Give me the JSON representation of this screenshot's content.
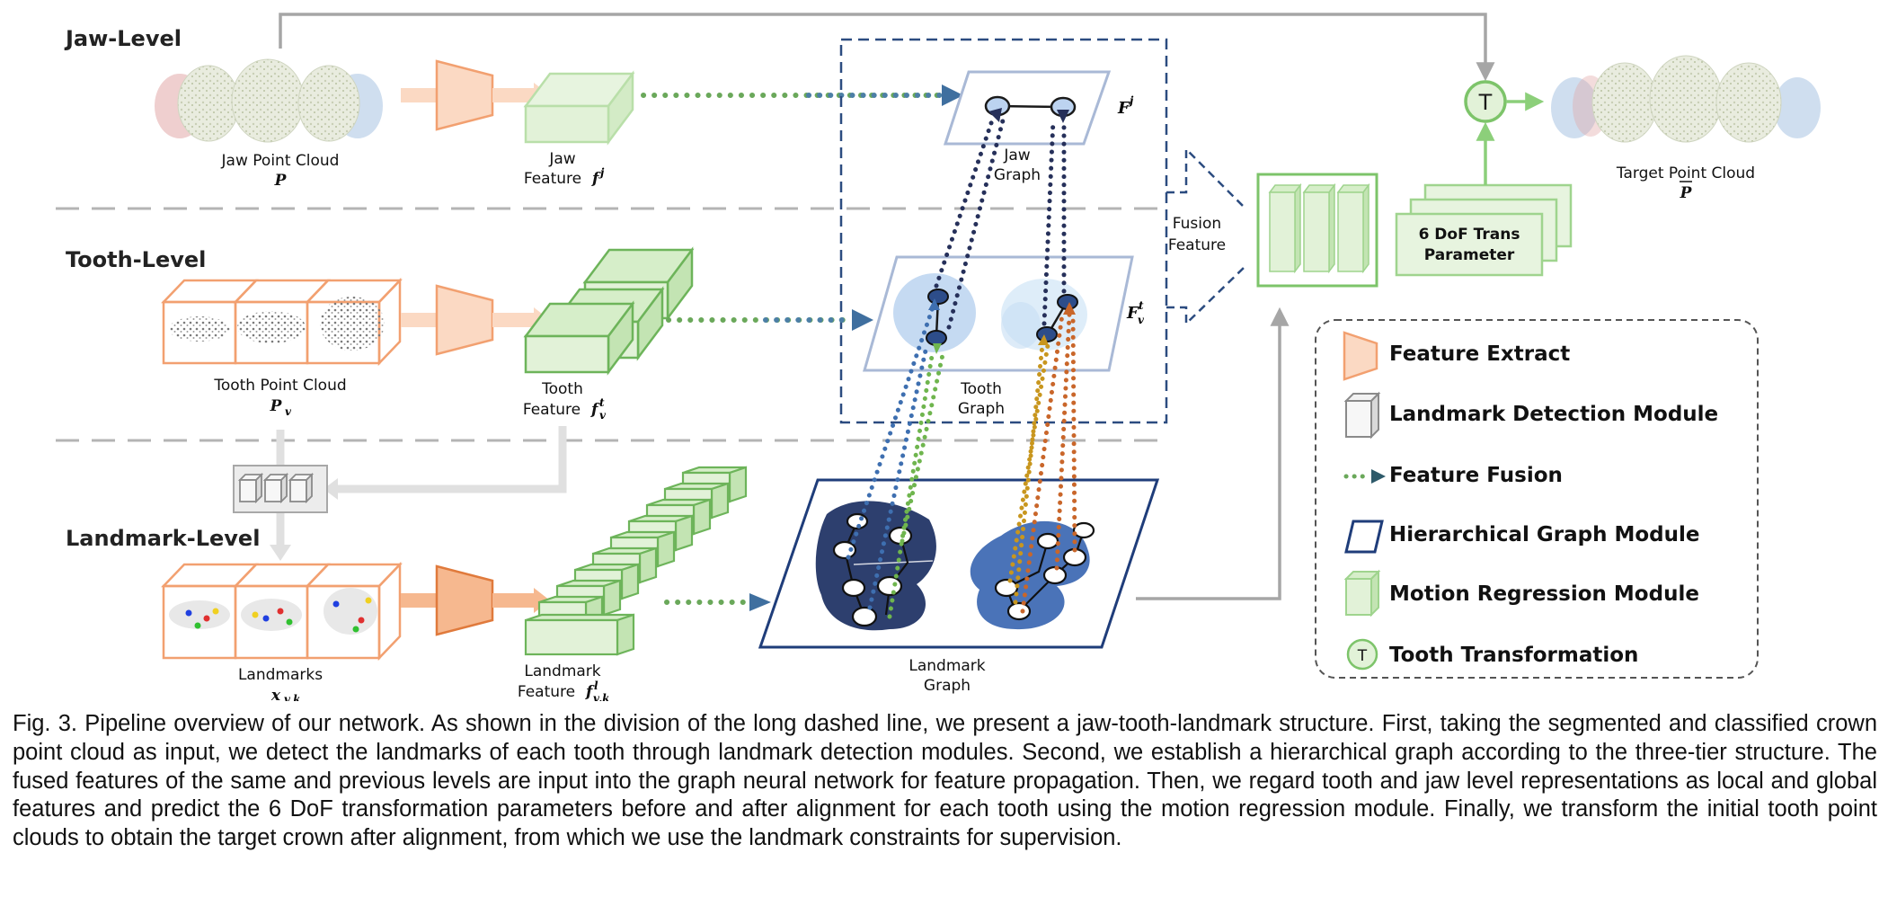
{
  "levels": {
    "jaw": "Jaw-Level",
    "tooth": "Tooth-Level",
    "landmark": "Landmark-Level"
  },
  "labels": {
    "jaw_pc_line1": "Jaw Point Cloud",
    "jaw_pc_line2": "P",
    "jaw_feat_line1": "Jaw",
    "jaw_feat_line2": "Feature",
    "jaw_feat_sym": "f",
    "jaw_feat_sup": "j",
    "jaw_graph_line1": "Jaw",
    "jaw_graph_line2": "Graph",
    "jaw_graph_sym": "F",
    "jaw_graph_sup": "j",
    "tooth_pc_line1": "Tooth Point Cloud",
    "tooth_pc_line2": "P",
    "tooth_pc_sub": "v",
    "tooth_feat_line1": "Tooth",
    "tooth_feat_line2": "Feature",
    "tooth_feat_sym": "f",
    "tooth_feat_sup": "t",
    "tooth_feat_sub": "v",
    "tooth_graph_line1": "Tooth",
    "tooth_graph_line2": "Graph",
    "tooth_graph_sym": "F",
    "tooth_graph_sup": "t",
    "tooth_graph_sub": "v",
    "landmarks_line1": "Landmarks",
    "landmarks_sym": "x",
    "landmarks_sub": "v,k",
    "lm_feat_line1": "Landmark",
    "lm_feat_line2": "Feature",
    "lm_feat_sym": "f",
    "lm_feat_sup": "l",
    "lm_feat_sub": "v,k",
    "lm_graph_line1": "Landmark",
    "lm_graph_line2": "Graph",
    "fusion_line1": "Fusion",
    "fusion_line2": "Feature",
    "trans_line1": "6 DoF Trans",
    "trans_line2": "Parameter",
    "target_line1": "Target Point Cloud",
    "target_sym": "P",
    "transform_symbol": "T"
  },
  "legend": [
    {
      "icon": "feature-extract-icon",
      "label": "Feature Extract"
    },
    {
      "icon": "landmark-detection-icon",
      "label": "Landmark Detection Module"
    },
    {
      "icon": "feature-fusion-icon",
      "label": "Feature Fusion"
    },
    {
      "icon": "hierarchical-graph-icon",
      "label": "Hierarchical Graph Module"
    },
    {
      "icon": "motion-regression-icon",
      "label": "Motion Regression Module"
    },
    {
      "icon": "tooth-transformation-icon",
      "label": "Tooth Transformation",
      "symbol": "T"
    }
  ],
  "caption": "Fig. 3. Pipeline overview of our network. As shown in the division of the long dashed line, we present a jaw-tooth-landmark structure. First, taking the segmented and classified crown point cloud as input, we detect the landmarks of each tooth through landmark detection modules. Second, we establish a hierarchical graph according to the three-tier structure. The fused features of the same and previous levels are input into the graph neural network for feature propagation. Then, we regard tooth and jaw level representations as local and global features and predict the 6 DoF transformation parameters before and after alignment for each tooth using the motion regression module. Finally, we transform the initial tooth point clouds to obtain the target crown after alignment, from which we use the landmark constraints for supervision.",
  "colors": {
    "orange": "#f2a070",
    "orange_fill": "#fbd9c3",
    "green": "#7dc46a",
    "green_fill": "#d6eec9",
    "navy": "#1f3d7a",
    "dark_green": "#2e7d32",
    "gray": "#9e9e9e"
  }
}
